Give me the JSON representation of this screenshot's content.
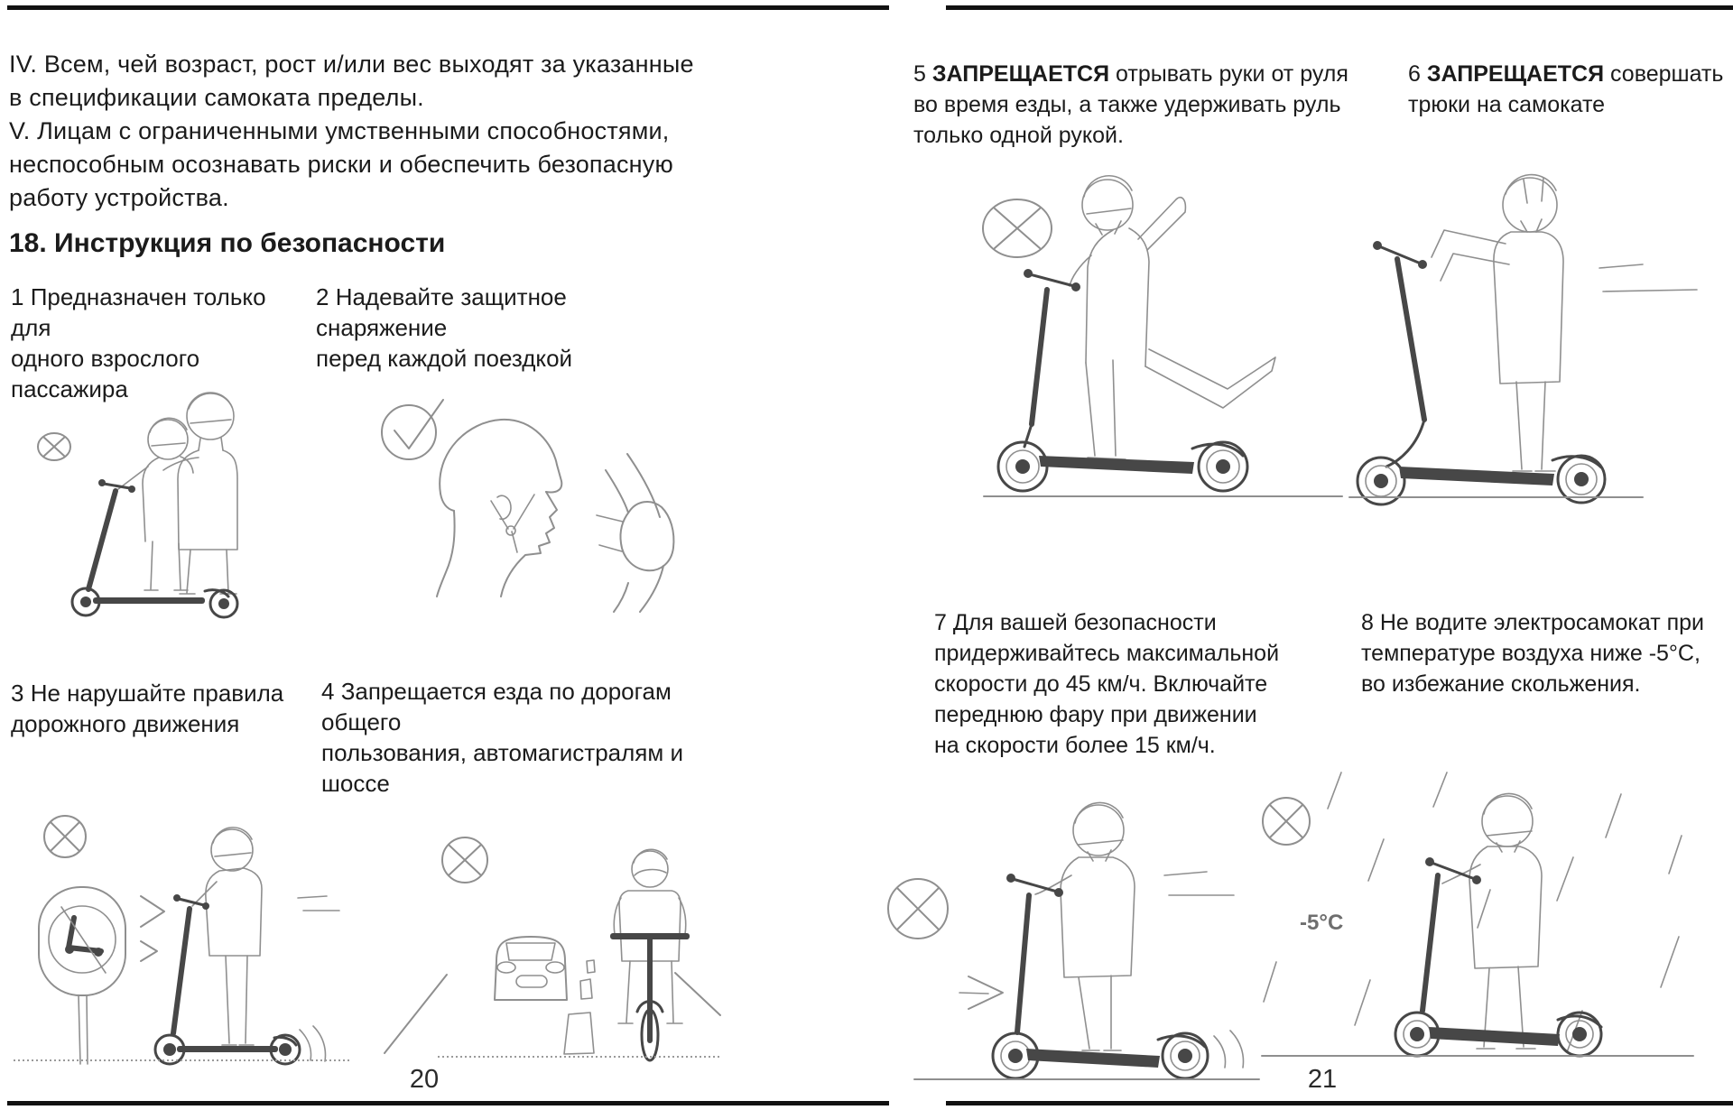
{
  "colors": {
    "ink": "#1b1b1b",
    "line_art": "#8f8f8f",
    "scooter_art": "#474747",
    "rule": "#111111"
  },
  "left_page": {
    "intro": "IV. Всем, чей возраст, рост и/или вес выходят за указанные\nв спецификации самоката пределы.\nV. Лицам с ограниченными умственными способностями,\nнеспособным осознавать риски и обеспечить безопасную\nработу устройства.",
    "heading": "18. Инструкция по безопасности",
    "items": {
      "i1": {
        "num": "1 ",
        "bold": "",
        "text": "Предназначен только для\nодного взрослого пассажира"
      },
      "i2": {
        "num": "2 ",
        "bold": "",
        "text": "Надевайте защитное снаряжение\nперед каждой поездкой"
      },
      "i3": {
        "num": "3 ",
        "bold": "",
        "text": "Не нарушайте правила\nдорожного движения"
      },
      "i4": {
        "num": "4 ",
        "bold": "",
        "text": "Запрещается езда по дорогам общего\nпользования, автомагистралям и шоссе"
      }
    },
    "page_number": "20"
  },
  "right_page": {
    "items": {
      "i5": {
        "num": "5 ",
        "bold": "ЗАПРЕЩАЕТСЯ",
        "text": " отрывать руки от руля\nво время езды, а также удерживать руль\nтолько одной рукой."
      },
      "i6": {
        "num": "6 ",
        "bold": "ЗАПРЕЩАЕТСЯ",
        "text": " совершать\nтрюки на самокате"
      },
      "i7": {
        "num": "7 ",
        "bold": "",
        "text": "Для вашей безопасности\nпридерживайтесь максимальной\nскорости до 45 км/ч. Включайте\nпереднюю фару при движении\nна скорости более 15 км/ч."
      },
      "i8": {
        "num": "8 ",
        "bold": "",
        "text": "Не водите электросамокат при\nтемпературе воздуха ниже -5°C,\nво избежание скольжения."
      }
    },
    "temp_label": "-5°C",
    "page_number": "21"
  }
}
